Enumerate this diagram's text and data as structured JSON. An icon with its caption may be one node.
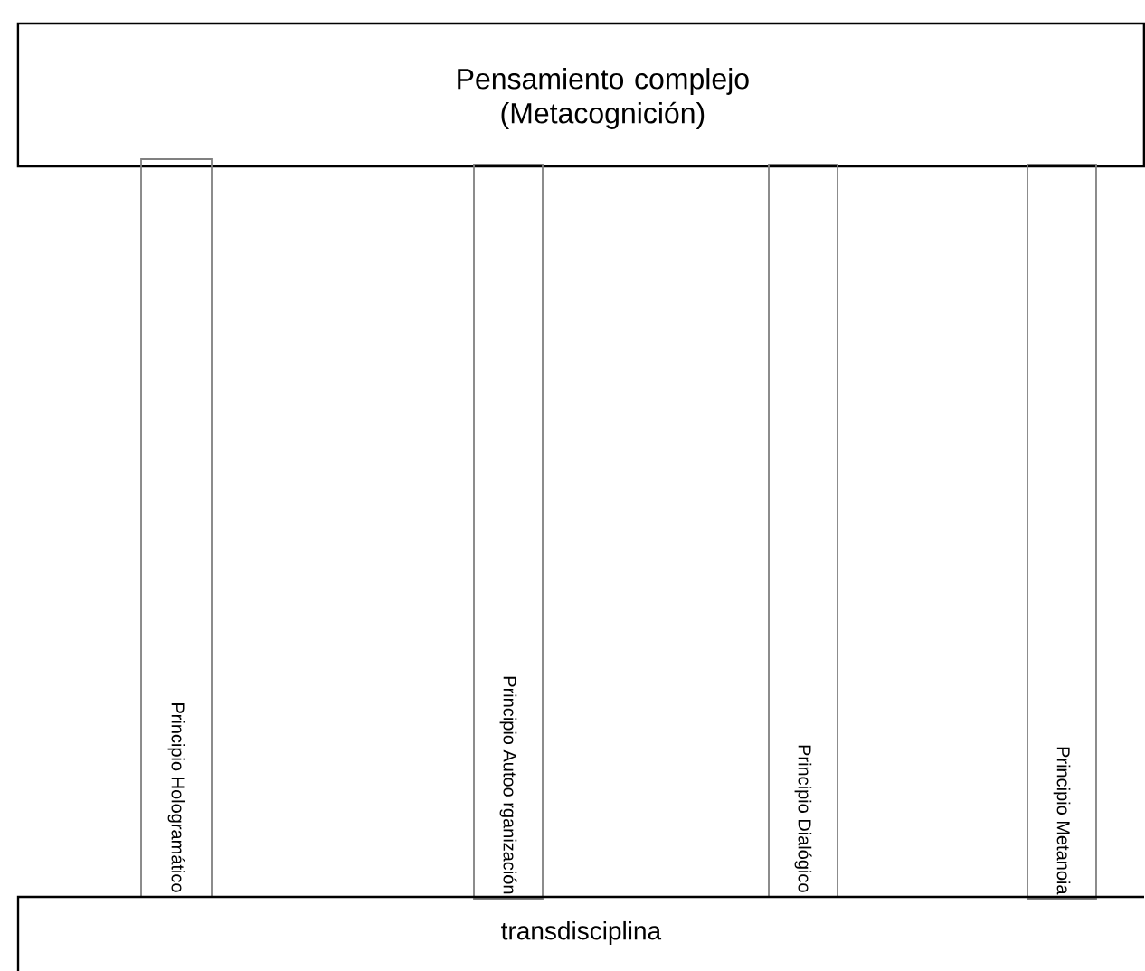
{
  "diagram": {
    "nodes": [
      {
        "text": [
          "Pensamiento complejo (Metacognición)"
        ]
      },
      {
        "text": [
          "Principio Hologramático"
        ]
      },
      {
        "text": [
          "Principio Autoo rganización"
        ]
      },
      {
        "text": [
          "Principio Dialógico"
        ]
      },
      {
        "text": [
          "Principio Metanoia"
        ]
      },
      {
        "text": [
          "transdisciplina"
        ]
      }
    ]
  }
}
